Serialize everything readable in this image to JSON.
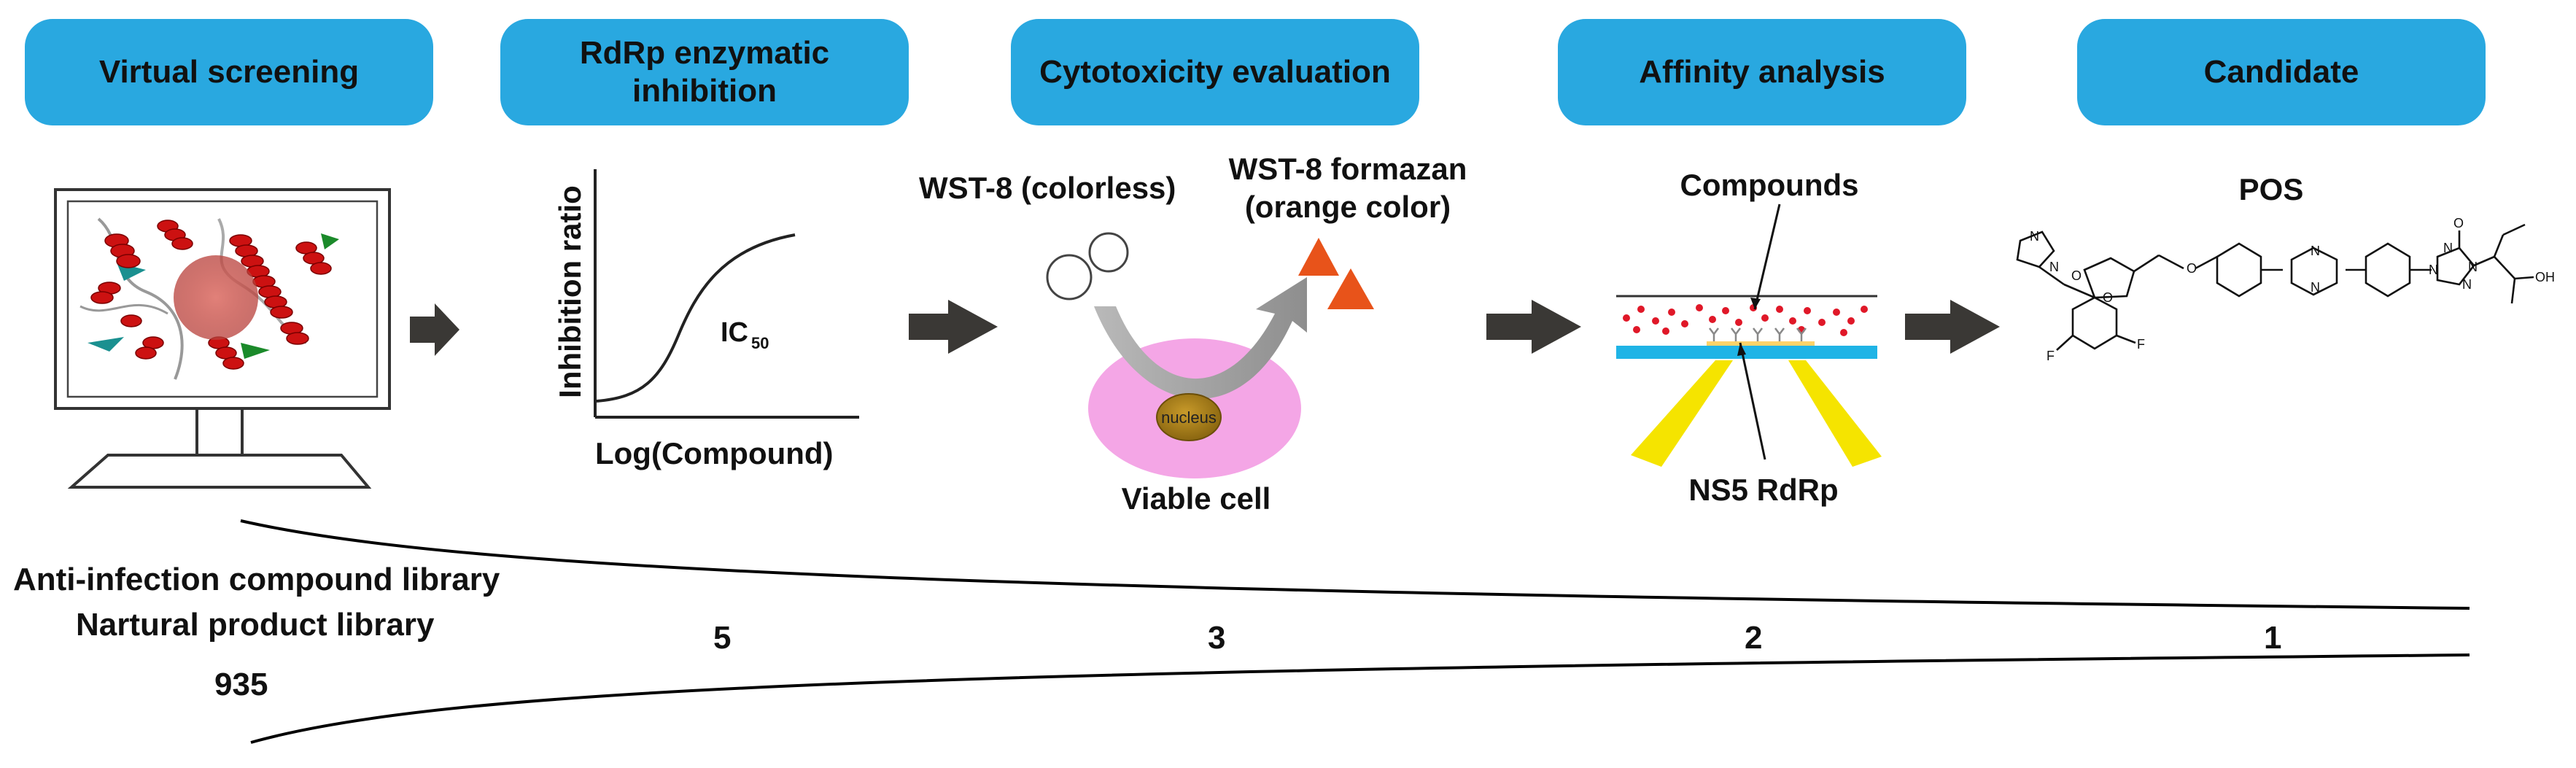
{
  "colors": {
    "pill": "#29a8e0",
    "arrow": "#3a3835",
    "helix": "#cc1111",
    "spot": "#d0504a",
    "cell": "#f4a6e6",
    "nucleus": "#a88118",
    "formazan": "#e8531a",
    "dots": "#e01828",
    "membrane": "#1fb4e6",
    "beam": "#f5e400",
    "chip": "#ffd36a",
    "funnel": "#000000"
  },
  "steps": [
    {
      "label": "Virtual screening"
    },
    {
      "label": "RdRp enzymatic inhibition"
    },
    {
      "label": "Cytotoxicity evaluation"
    },
    {
      "label": "Affinity analysis"
    },
    {
      "label": "Candidate"
    }
  ],
  "panel_inhibition": {
    "y_axis_label": "Inhibition ratio",
    "x_axis_label": "Log(Compound)",
    "ic50_label": "IC",
    "ic50_subscript": "50"
  },
  "panel_cytotoxicity": {
    "substrate_label": "WST-8 (colorless)",
    "product_label_line1": "WST-8 formazan",
    "product_label_line2": "(orange color)",
    "nucleus_label": "nucleus",
    "cell_label": "Viable cell"
  },
  "panel_affinity": {
    "compounds_label": "Compounds",
    "target_label": "NS5 RdRp"
  },
  "panel_candidate": {
    "name": "POS",
    "structure_atoms": [
      "O",
      "O",
      "N",
      "N",
      "N",
      "N",
      "N",
      "N",
      "N",
      "N",
      "O",
      "O",
      "OH",
      "F",
      "F"
    ]
  },
  "libraries": {
    "line1": "Anti-infection compound library",
    "line2": "Nartural product library"
  },
  "counts": {
    "library": "935",
    "rdrp": "5",
    "cytotoxicity": "3",
    "affinity": "2",
    "candidate": "1"
  }
}
